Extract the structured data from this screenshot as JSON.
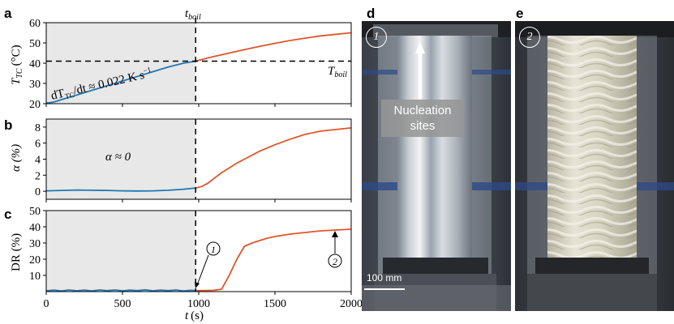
{
  "panels": {
    "a": {
      "letter": "a",
      "y_label_main": "T",
      "y_label_sub": "TC",
      "y_label_unit": "(°C)",
      "top_label_main": "t",
      "top_label_sub": "boil",
      "boil_label_main": "T",
      "boil_label_sub": "boil",
      "rate_label": "dT",
      "rate_label_sub": "TC",
      "rate_label_rest": "/dt ≈ 0.022 K s",
      "rate_label_sup": "−1"
    },
    "b": {
      "letter": "b",
      "y_label": "α (%)",
      "annotation": "α ≈ 0"
    },
    "c": {
      "letter": "c",
      "y_label": "DR (%)",
      "marker1": "1",
      "marker2": "2",
      "x_label_main": "t",
      "x_label_unit": "(s)"
    },
    "d": {
      "letter": "d",
      "badge": "1",
      "nucleation_line1": "Nucleation",
      "nucleation_line2": "sites",
      "scale_bar": "100 mm"
    },
    "e": {
      "letter": "e",
      "badge": "2"
    }
  },
  "colors": {
    "before_boil": "#1f77b4",
    "after_boil": "#e0552b",
    "shaded": "#e8e8e8"
  },
  "chart_data": [
    {
      "type": "line",
      "panel": "a",
      "xlim": [
        0,
        2000
      ],
      "ylim": [
        20,
        60
      ],
      "yticks": [
        20,
        30,
        40,
        50,
        60
      ],
      "xticks": [
        0,
        500,
        1000,
        1500,
        2000
      ],
      "shaded_region": [
        0,
        980
      ],
      "vline_x": 980,
      "hline_y": 41,
      "series": [
        {
          "x": [
            0,
            50,
            100,
            200,
            300,
            400,
            500,
            600,
            700,
            800,
            900,
            980
          ],
          "y": [
            20.3,
            20.8,
            22,
            24.3,
            26.6,
            28.9,
            31.2,
            33.5,
            35.8,
            38.1,
            40.0,
            41.0
          ]
        },
        {
          "x": [
            980,
            1050,
            1100,
            1200,
            1300,
            1400,
            1500,
            1600,
            1700,
            1800,
            1900,
            2000
          ],
          "y": [
            41.0,
            42.4,
            43.3,
            45.0,
            46.7,
            48.3,
            49.8,
            51.2,
            52.4,
            53.5,
            54.3,
            55.0
          ]
        }
      ]
    },
    {
      "type": "line",
      "panel": "b",
      "xlim": [
        0,
        2000
      ],
      "ylim": [
        -1,
        9
      ],
      "yticks": [
        0,
        2,
        4,
        6,
        8
      ],
      "shaded_region": [
        0,
        980
      ],
      "vline_x": 980,
      "series": [
        {
          "x": [
            0,
            100,
            200,
            300,
            400,
            500,
            600,
            700,
            800,
            900,
            980
          ],
          "y": [
            0.05,
            0.1,
            0.15,
            0.12,
            0.1,
            0.05,
            0.03,
            0.05,
            0.12,
            0.25,
            0.4
          ]
        },
        {
          "x": [
            980,
            1020,
            1060,
            1100,
            1150,
            1200,
            1250,
            1300,
            1350,
            1400,
            1500,
            1600,
            1700,
            1800,
            1900,
            2000
          ],
          "y": [
            0.4,
            0.6,
            1.0,
            1.6,
            2.3,
            2.9,
            3.5,
            4.0,
            4.5,
            5.0,
            5.8,
            6.5,
            7.1,
            7.5,
            7.7,
            7.9
          ]
        }
      ]
    },
    {
      "type": "line",
      "panel": "c",
      "xlim": [
        0,
        2000
      ],
      "ylim": [
        0,
        50
      ],
      "yticks": [
        10,
        20,
        30,
        40,
        50
      ],
      "shaded_region": [
        0,
        980
      ],
      "vline_x": 980,
      "series": [
        {
          "x": [
            0,
            50,
            100,
            150,
            200,
            250,
            300,
            350,
            400,
            450,
            500,
            550,
            600,
            650,
            700,
            750,
            800,
            850,
            900,
            950,
            980
          ],
          "y": [
            0.5,
            0.9,
            0.4,
            1.0,
            0.5,
            0.9,
            0.4,
            1.0,
            0.6,
            1.0,
            0.5,
            0.9,
            0.6,
            1.1,
            0.5,
            0.9,
            0.6,
            1.0,
            0.4,
            0.8,
            0.6
          ]
        },
        {
          "x": [
            980,
            1050,
            1100,
            1150,
            1200,
            1250,
            1300,
            1350,
            1400,
            1450,
            1500,
            1600,
            1700,
            1800,
            1900,
            2000
          ],
          "y": [
            0.6,
            0.7,
            0.8,
            1.5,
            10,
            20,
            28,
            30,
            31.5,
            33,
            34,
            35.5,
            36.5,
            37.5,
            38,
            38.5
          ]
        }
      ]
    }
  ]
}
